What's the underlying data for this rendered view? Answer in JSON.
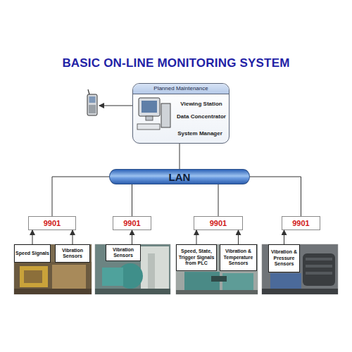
{
  "diagram": {
    "title": "BASIC ON-LINE MONITORING SYSTEM",
    "nodes": [
      {
        "text": [
          "Planned Maintenance",
          "Viewing Station",
          "Data Concentrator",
          "System Manager"
        ]
      },
      {
        "text": [
          "LAN"
        ]
      },
      {
        "text": [
          "9901"
        ]
      },
      {
        "text": [
          "9901"
        ]
      },
      {
        "text": [
          "9901"
        ]
      },
      {
        "text": [
          "9901"
        ]
      },
      {
        "text": [
          "Speed Signals"
        ]
      },
      {
        "text": [
          "Vibration Sensors"
        ]
      },
      {
        "text": [
          "Vibration Sensors"
        ]
      },
      {
        "text": [
          "Speed, State, Trigger Signals from PLC"
        ]
      },
      {
        "text": [
          "Vibration & Temperature Sensors"
        ]
      },
      {
        "text": [
          "Vibration & Pressure Sensors"
        ]
      }
    ],
    "edges": [
      {
        "from": 0,
        "to": 1,
        "arrow": "none"
      },
      {
        "from": 1,
        "to": 2,
        "arrow": "none"
      },
      {
        "from": 1,
        "to": 3,
        "arrow": "none"
      },
      {
        "from": 1,
        "to": 4,
        "arrow": "none"
      },
      {
        "from": 1,
        "to": 5,
        "arrow": "none"
      },
      {
        "from": 6,
        "to": 2,
        "arrow": "to"
      },
      {
        "from": 7,
        "to": 2,
        "arrow": "to"
      },
      {
        "from": 8,
        "to": 3,
        "arrow": "to"
      },
      {
        "from": 9,
        "to": 4,
        "arrow": "to"
      },
      {
        "from": 10,
        "to": 4,
        "arrow": "to"
      },
      {
        "from": 11,
        "to": 5,
        "arrow": "to"
      }
    ]
  }
}
